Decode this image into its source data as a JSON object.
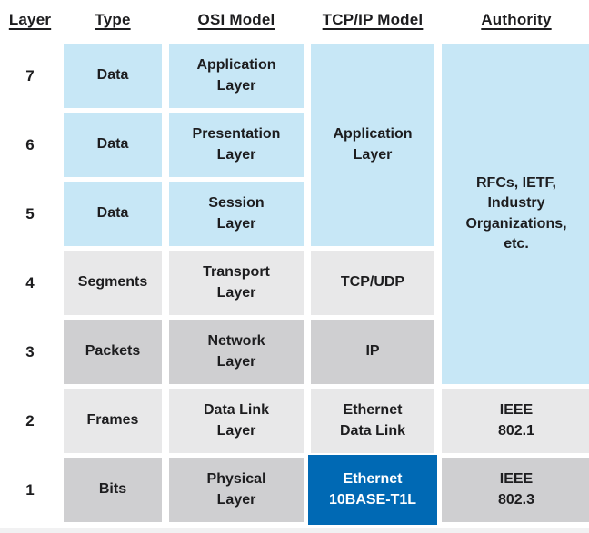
{
  "colors": {
    "light-blue": "#c7e7f6",
    "light-gray": "#e8e8e9",
    "dark-gray": "#cfcfd1",
    "brand-blue": "#0069b4",
    "text": "#1d1d1f",
    "white": "#ffffff"
  },
  "header": {
    "layer": "Layer",
    "type": "Type",
    "osi": "OSI Model",
    "tcpip": "TCP/IP Model",
    "authority": "Authority"
  },
  "rows": [
    {
      "layer": "7",
      "type": "Data",
      "osi": "Application\nLayer"
    },
    {
      "layer": "6",
      "type": "Data",
      "osi": "Presentation\nLayer"
    },
    {
      "layer": "5",
      "type": "Data",
      "osi": "Session\nLayer"
    },
    {
      "layer": "4",
      "type": "Segments",
      "osi": "Transport\nLayer",
      "tcpip": "TCP/UDP"
    },
    {
      "layer": "3",
      "type": "Packets",
      "osi": "Network\nLayer",
      "tcpip": "IP"
    },
    {
      "layer": "2",
      "type": "Frames",
      "osi": "Data Link\nLayer",
      "tcpip": "Ethernet\nData Link",
      "authority": "IEEE\n802.1"
    },
    {
      "layer": "1",
      "type": "Bits",
      "osi": "Physical\nLayer",
      "tcpip": "Ethernet\n10BASE-T1L",
      "authority": "IEEE\n802.3"
    }
  ],
  "merged": {
    "tcpip_application": "Application\nLayer",
    "authority_rfcs": "RFCs, IETF,\nIndustry\nOrganizations,\netc."
  }
}
